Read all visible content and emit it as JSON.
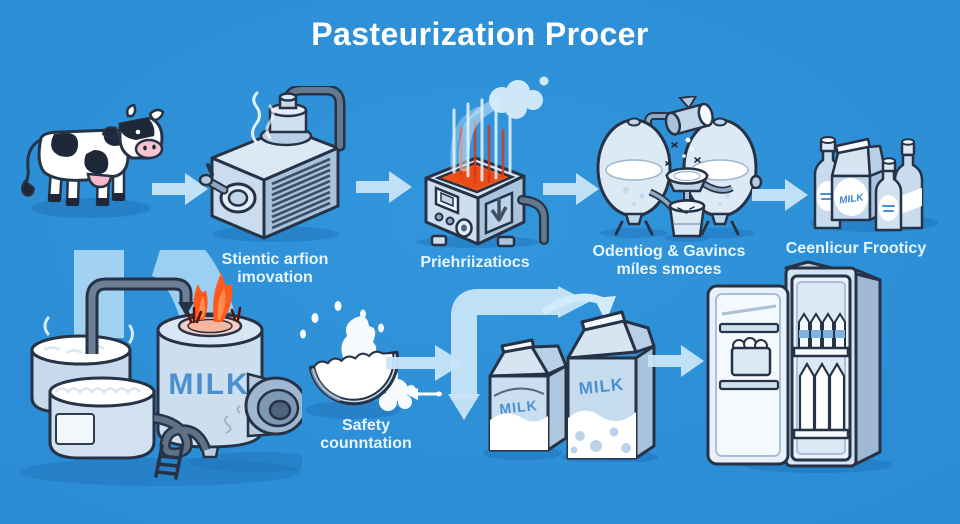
{
  "title": "Pasteurization Procer",
  "labels": {
    "milk": "MILK"
  },
  "steps": {
    "top": [
      {
        "name": "dairy-cow",
        "label": ""
      },
      {
        "name": "steam-machine",
        "label": "Stientic arfion imovation"
      },
      {
        "name": "heating-vat",
        "label": "Priehriizatiocs"
      },
      {
        "name": "separator-tanks",
        "label": "Odentiog & Gavincs míles smoces"
      },
      {
        "name": "packaged-milk",
        "label": "Ceenlicur Frooticy"
      }
    ],
    "bottom": [
      {
        "name": "boiling-station",
        "label": ""
      },
      {
        "name": "splash-bowl",
        "label": "Safety counntation"
      },
      {
        "name": "milk-cartons",
        "label": ""
      },
      {
        "name": "refrigerator",
        "label": ""
      }
    ]
  },
  "colors": {
    "background": "#2E8FD6",
    "outline": "#263246",
    "arrow": "#C8E5F7",
    "title_text": "#FFFFFF",
    "label_text": "#E6F4FC",
    "milk_blue": "#4A90D0",
    "heat_orange": "#F0561E",
    "flame_orange": "#FF5A1E",
    "shadow": "#1D6FB5"
  }
}
